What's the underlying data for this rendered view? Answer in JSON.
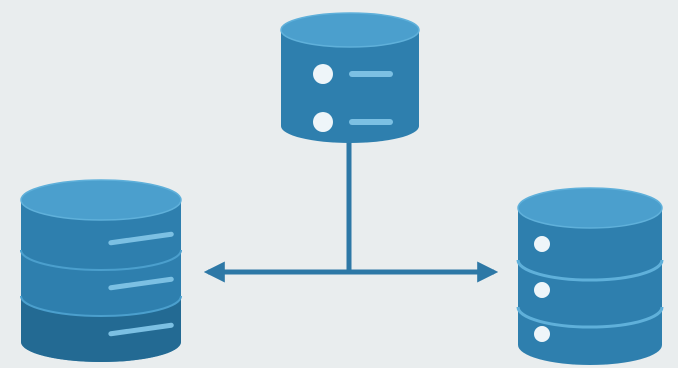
{
  "diagram": {
    "nodes": [
      {
        "id": "top-database",
        "icon": "database-icon",
        "indicators": 2,
        "bars": 2
      },
      {
        "id": "left-database",
        "icon": "database-icon",
        "indicators": 0,
        "bars": 3
      },
      {
        "id": "right-database",
        "icon": "server-database-icon",
        "indicators": 3,
        "bars": 0
      }
    ],
    "edges": [
      {
        "from": "top-database",
        "to": "left-database",
        "arrow": "to"
      },
      {
        "from": "top-database",
        "to": "right-database",
        "arrow": "to"
      }
    ],
    "colors": {
      "background": "#e9edee",
      "cylinder_body": "#2e7fae",
      "cylinder_top": "#4b9fcd",
      "cylinder_dark": "#236a93",
      "cylinder_rim": "#5fb0da",
      "connector": "#2d78a6",
      "indicator": "#eef5f9",
      "bar": "#7cc0e3"
    }
  }
}
